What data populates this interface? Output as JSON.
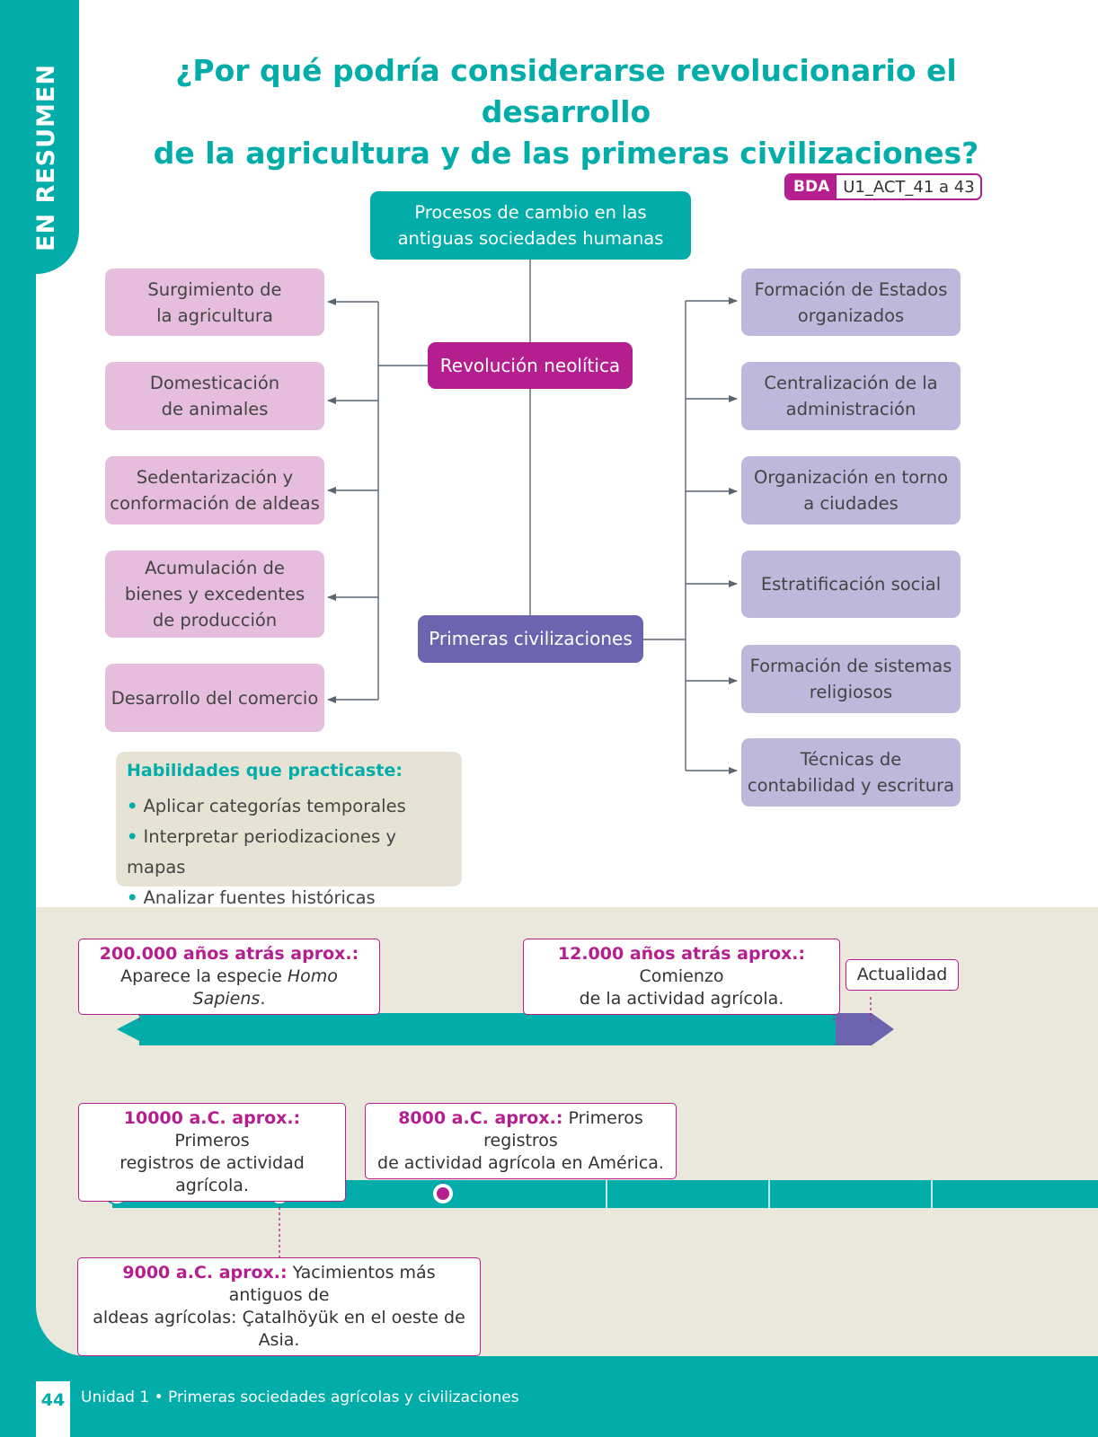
{
  "side_tab": "EN RESUMEN",
  "title": {
    "line1": "¿Por qué podría considerarse revolucionario el desarrollo",
    "line2": "de  la agricultura y de las primeras civilizaciones?"
  },
  "bda": {
    "tag": "BDA",
    "code": "U1_ACT_41 a 43"
  },
  "diagram": {
    "root": {
      "line1": "Procesos de cambio en las",
      "line2": "antiguas sociedades humanas"
    },
    "neolitica": "Revolución neolítica",
    "civilizaciones": "Primeras civilizaciones",
    "left": [
      {
        "line1": "Surgimiento de",
        "line2": "la agricultura"
      },
      {
        "line1": "Domesticación",
        "line2": "de animales"
      },
      {
        "line1": "Sedentarización y",
        "line2": "conformación de aldeas"
      },
      {
        "line1": "Acumulación de",
        "line2": "bienes y excedentes",
        "line3": "de producción"
      },
      {
        "line1": "Desarrollo del comercio"
      }
    ],
    "right": [
      {
        "line1": "Formación de Estados",
        "line2": "organizados"
      },
      {
        "line1": "Centralización de la",
        "line2": "administración"
      },
      {
        "line1": "Organización en torno",
        "line2": "a ciudades"
      },
      {
        "line1": "Estratificación social"
      },
      {
        "line1": "Formación de sistemas",
        "line2": "religiosos"
      },
      {
        "line1": "Técnicas de",
        "line2": "contabilidad y escritura"
      }
    ]
  },
  "skills": {
    "heading": "Habilidades que practicaste:",
    "items": [
      "Aplicar categorías temporales",
      "Interpretar periodizaciones y mapas",
      "Analizar fuentes históricas"
    ]
  },
  "timeline1": [
    {
      "bold": "200.000 años atrás aprox.:",
      "text": "Aparece la especie ",
      "italic": "Homo Sapiens",
      "tail": "."
    },
    {
      "bold": "12.000 años atrás aprox.:",
      "text": " Comienzo",
      "text2": "de la actividad agrícola."
    },
    {
      "text": "Actualidad"
    }
  ],
  "timeline2": [
    {
      "bold": "10000 a.C. aprox.:",
      "text": " Primeros",
      "text2": "registros de actividad agrícola."
    },
    {
      "bold": "8000 a.C. aprox.:",
      "text": " Primeros registros",
      "text2": "de actividad agrícola en América."
    },
    {
      "bold": "9000 a.C. aprox.:",
      "text": " Yacimientos más antiguos de",
      "text2": "aldeas agrícolas: Çatalhöyük en el oeste de Asia."
    }
  ],
  "footer": {
    "page": "44",
    "text": "Unidad 1 • Primeras sociedades agrícolas y civilizaciones"
  },
  "colors": {
    "teal": "#02ADA9",
    "magenta": "#B41E8E",
    "purple": "#6C64AE",
    "pink_box": "#E6BDDC",
    "lavender_box": "#BDB8DC",
    "beige": "#EAE7DB"
  }
}
